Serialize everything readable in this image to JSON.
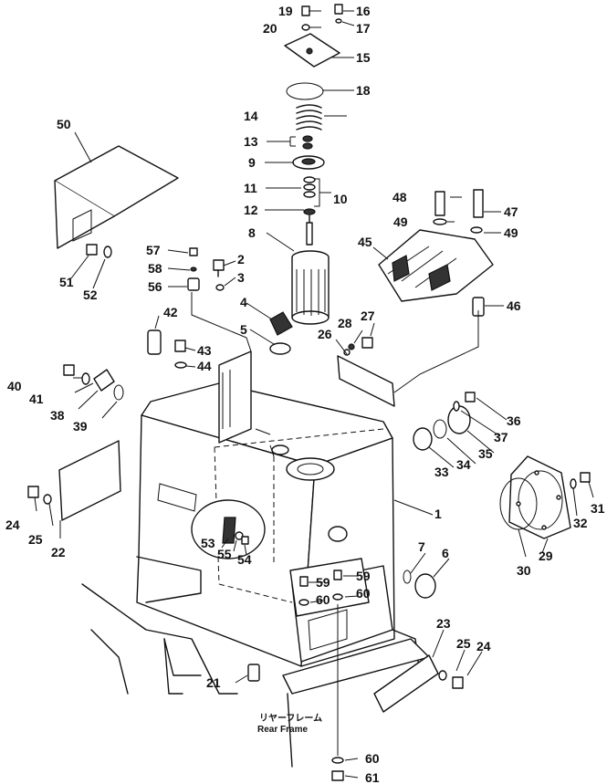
{
  "caption": {
    "japanese": "リヤーフレーム",
    "english": "Rear Frame"
  },
  "labels": [
    "1",
    "2",
    "3",
    "4",
    "5",
    "6",
    "7",
    "8",
    "9",
    "10",
    "11",
    "12",
    "13",
    "14",
    "15",
    "16",
    "17",
    "18",
    "19",
    "20",
    "21",
    "22",
    "23",
    "24",
    "25",
    "26",
    "27",
    "28",
    "29",
    "30",
    "31",
    "32",
    "33",
    "34",
    "35",
    "36",
    "37",
    "38",
    "39",
    "40",
    "41",
    "42",
    "43",
    "44",
    "45",
    "46",
    "47",
    "48",
    "49",
    "50",
    "51",
    "52",
    "53",
    "54",
    "55",
    "56",
    "57",
    "58",
    "59",
    "60",
    "61",
    "24",
    "25",
    "49",
    "59",
    "60",
    "60"
  ]
}
